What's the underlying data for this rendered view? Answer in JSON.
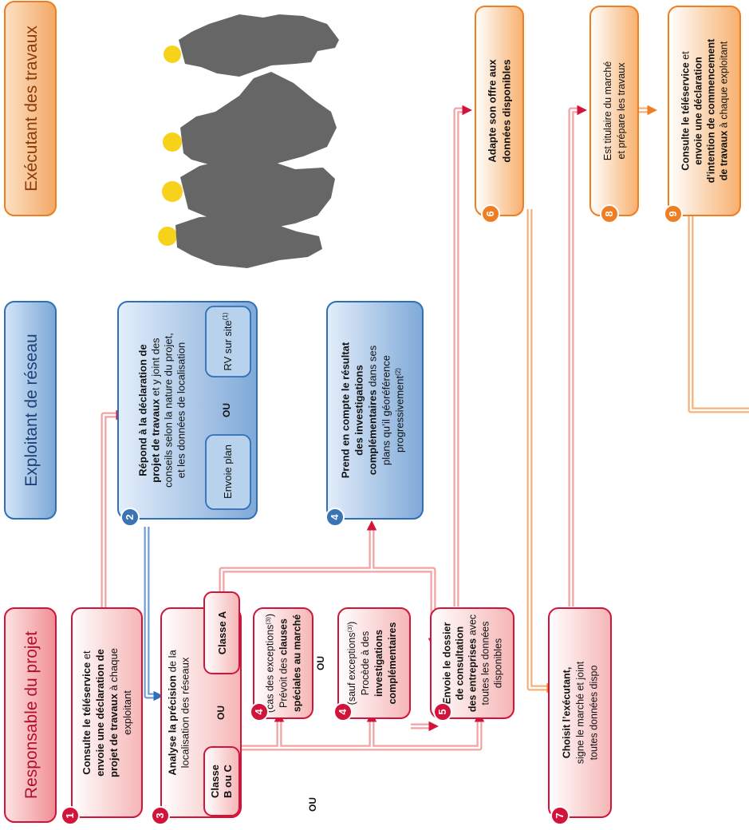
{
  "headers": {
    "responsable": "Responsable du projet",
    "exploitant": "Exploitant de réseau",
    "executant": "Exécutant des travaux"
  },
  "steps": {
    "s1": {
      "num": "1",
      "lines": [
        [
          {
            "t": "Consulte le téléservice",
            "b": true
          },
          {
            "t": " et",
            "b": false
          }
        ],
        [
          {
            "t": "envoie une déclaration de",
            "b": true
          }
        ],
        [
          {
            "t": "projet de travaux",
            "b": true
          },
          {
            "t": " à chaque",
            "b": false
          }
        ],
        [
          {
            "t": "exploitant",
            "b": false
          }
        ]
      ]
    },
    "s2": {
      "num": "2",
      "lines": [
        [
          {
            "t": "Répond à la déclaration de",
            "b": true
          }
        ],
        [
          {
            "t": "projet de travaux",
            "b": true
          },
          {
            "t": " et y joint des",
            "b": false
          }
        ],
        [
          {
            "t": "conseils selon la nature du projet,",
            "b": false
          }
        ],
        [
          {
            "t": "et les données de localisation",
            "b": false
          }
        ]
      ]
    },
    "s2_envoie": "Envoie plan",
    "s2_ou": "OU",
    "s2_rv": "RV sur site",
    "s2_rv_note": "(1)",
    "s3": {
      "num": "3",
      "lines": [
        [
          {
            "t": "Analyse la précision",
            "b": true
          },
          {
            "t": " de la",
            "b": false
          }
        ],
        [
          {
            "t": "localisation des réseaux",
            "b": false
          }
        ]
      ]
    },
    "s3_classe_a": "Classe A",
    "s3_ou": "OU",
    "s3_classe_bc": [
      "Classe",
      "B ou C"
    ],
    "s4a": {
      "num": "4",
      "lines": [
        [
          {
            "t": "(cas des exceptions",
            "b": false
          },
          {
            "t": "(3)",
            "b": false,
            "s": true
          },
          {
            "t": ")",
            "b": false
          }
        ],
        [
          {
            "t": "Prévoit des ",
            "b": false
          },
          {
            "t": "clauses",
            "b": true
          }
        ],
        [
          {
            "t": "spéciales au marché",
            "b": true
          }
        ]
      ]
    },
    "ou_between_4": "OU",
    "s4b": {
      "num": "4",
      "lines": [
        [
          {
            "t": "(sauf exceptions",
            "b": false
          },
          {
            "t": "(3)",
            "b": false,
            "s": true
          },
          {
            "t": ")",
            "b": false
          }
        ],
        [
          {
            "t": "Procède à des",
            "b": false
          }
        ],
        [
          {
            "t": "investigations",
            "b": true
          }
        ],
        [
          {
            "t": "complémentaires",
            "b": true
          }
        ]
      ]
    },
    "s4c": {
      "num": "4",
      "lines": [
        [
          {
            "t": "Prend en compte le résultat",
            "b": true
          }
        ],
        [
          {
            "t": "des investigations",
            "b": true
          }
        ],
        [
          {
            "t": "complémentaires",
            "b": true
          },
          {
            "t": " dans ses",
            "b": false
          }
        ],
        [
          {
            "t": "plans qu’il géoréférence",
            "b": false
          }
        ],
        [
          {
            "t": "progressivement",
            "b": false
          },
          {
            "t": "(2)",
            "b": false,
            "s": true
          }
        ]
      ]
    },
    "s5": {
      "num": "5",
      "lines": [
        [
          {
            "t": "Envoie le dossier",
            "b": true
          }
        ],
        [
          {
            "t": "de consultation",
            "b": true
          }
        ],
        [
          {
            "t": "des entreprises",
            "b": true
          },
          {
            "t": " avec",
            "b": false
          }
        ],
        [
          {
            "t": "toutes  les données",
            "b": false
          }
        ],
        [
          {
            "t": "disponibles",
            "b": false
          }
        ]
      ]
    },
    "s6": {
      "num": "6",
      "lines": [
        [
          {
            "t": "Adapte son offre aux",
            "b": true
          }
        ],
        [
          {
            "t": "données disponibles",
            "b": true
          }
        ]
      ]
    },
    "s7": {
      "num": "7",
      "lines": [
        [
          {
            "t": "Choisit l’exécutant,",
            "b": true
          }
        ],
        [
          {
            "t": "signe le marché et joint",
            "b": false
          }
        ],
        [
          {
            "t": "toutes données dispo",
            "b": false
          }
        ]
      ]
    },
    "s8": {
      "num": "8",
      "lines": [
        [
          {
            "t": "Est titulaire du marché",
            "b": false
          }
        ],
        [
          {
            "t": "et prépare les travaux",
            "b": false
          }
        ]
      ]
    },
    "s9": {
      "num": "9",
      "lines": [
        [
          {
            "t": "Consulte le téléservice",
            "b": true
          },
          {
            "t": " et",
            "b": false
          }
        ],
        [
          {
            "t": "envoie une déclaration",
            "b": true
          }
        ],
        [
          {
            "t": "d’intention de commencement",
            "b": true
          }
        ],
        [
          {
            "t": "de travaux",
            "b": true
          },
          {
            "t": " à chaque exploitant",
            "b": false
          }
        ]
      ]
    }
  },
  "ou_bottom": "OU",
  "colors": {
    "red_dark": "#d2143a",
    "red_fill": "#fbd3d3",
    "blue_dark": "#3a74b5",
    "blue_fill": "#a9c8e8",
    "orange_dark": "#ef7d22",
    "orange_fill": "#fbd2a6",
    "silhouette": "#666666",
    "helmet": "#f7d21a"
  }
}
